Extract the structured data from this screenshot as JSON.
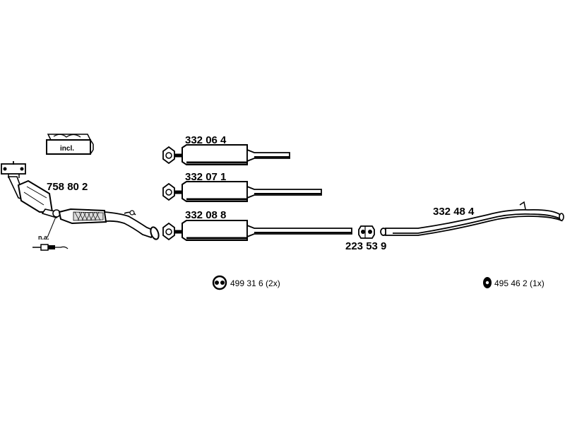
{
  "parts": {
    "catalytic_converter": "758 80 2",
    "muffler_1": "332 06 4",
    "muffler_2": "332 07 1",
    "muffler_3": "332 08 8",
    "clamp": "223 53 9",
    "tail_pipe": "332 48 4"
  },
  "hardware": {
    "hanger_a": "499 31 6 (2x)",
    "hanger_b": "495 46 2 (1x)"
  },
  "labels": {
    "incl": "incl.",
    "na": "n.a."
  },
  "colors": {
    "line": "#000000",
    "fill": "#ffffff",
    "shade": "#dcdcdc"
  },
  "icons": [
    "hanger-ring-icon",
    "hanger-ring-icon",
    "o2-sensor-icon",
    "gasket-kit-icon"
  ]
}
